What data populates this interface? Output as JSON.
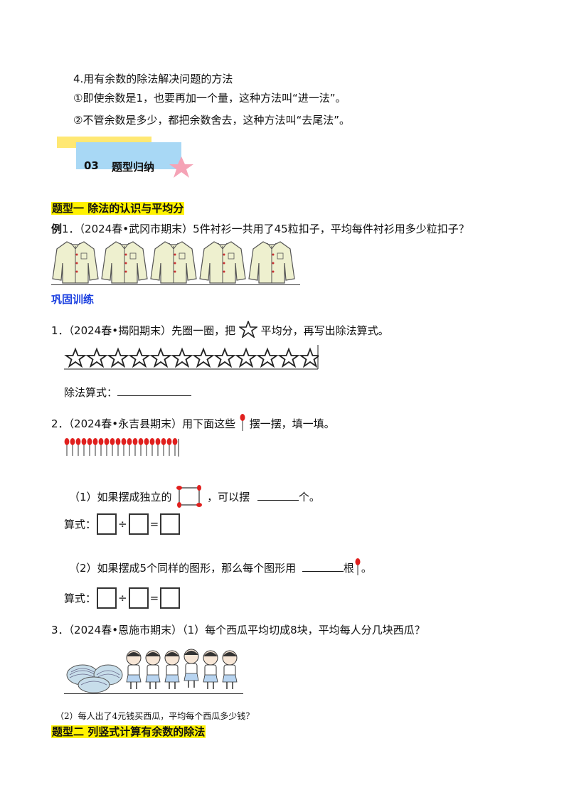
{
  "summary": {
    "heading": "4.用有余数的除法解决问题的方法",
    "rule1": "①即使余数是1，也要再加一个量，这种方法叫“进一法”。",
    "rule2": "②不管余数是多少，都把余数舍去，这种方法叫“去尾法”。"
  },
  "section": {
    "number": "03",
    "title": "题型归纳"
  },
  "type1": {
    "title": "题型一   除法的认识与平均分",
    "example": {
      "label": "例",
      "text": "1．（2024春•武冈市期末）5件衬衫一共用了45粒扣子，平均每件衬衫用多少粒扣子？"
    },
    "practice_title": "巩固训练",
    "q1": {
      "prefix": "1．（2024春•揭阳期末）先圈一圈，把",
      "suffix": "平均分，再写出除法算式。",
      "answer_label": "除法算式："
    },
    "q2": {
      "prefix": "2．（2024春•永吉县期末）用下面这些",
      "suffix": "摆一摆，填一填。",
      "sub1_prefix": "（1）如果摆成独立的",
      "sub1_suffix": "，可以摆",
      "sub1_unit": "个。",
      "formula_label": "算式：",
      "div": "÷",
      "eq": "=",
      "sub2_prefix": "（2）如果摆成5个同样的图形，那么每个图形用",
      "sub2_unit": "根",
      "sub2_end": "。"
    },
    "q3": {
      "text": "3．（2024春•恩施市期末）（1）每个西瓜平均切成8块，平均每人分几块西瓜？",
      "sub2": "（2）每人出了4元钱买西瓜，平均每个西瓜多少钱？"
    }
  },
  "type2": {
    "title": "题型二   列竖式计算有余数的除法"
  },
  "colors": {
    "highlight": "#fff200",
    "practice_blue": "#1a3fe0",
    "banner_blue": "#a8d8f5",
    "banner_yellow": "#ffe873",
    "star_pink": "#f5a3b6",
    "matchstick_red": "#e0201e"
  },
  "counts": {
    "shirts": 5,
    "stars": 12,
    "matchsticks": 20,
    "watermelons": 3,
    "children": 6
  }
}
